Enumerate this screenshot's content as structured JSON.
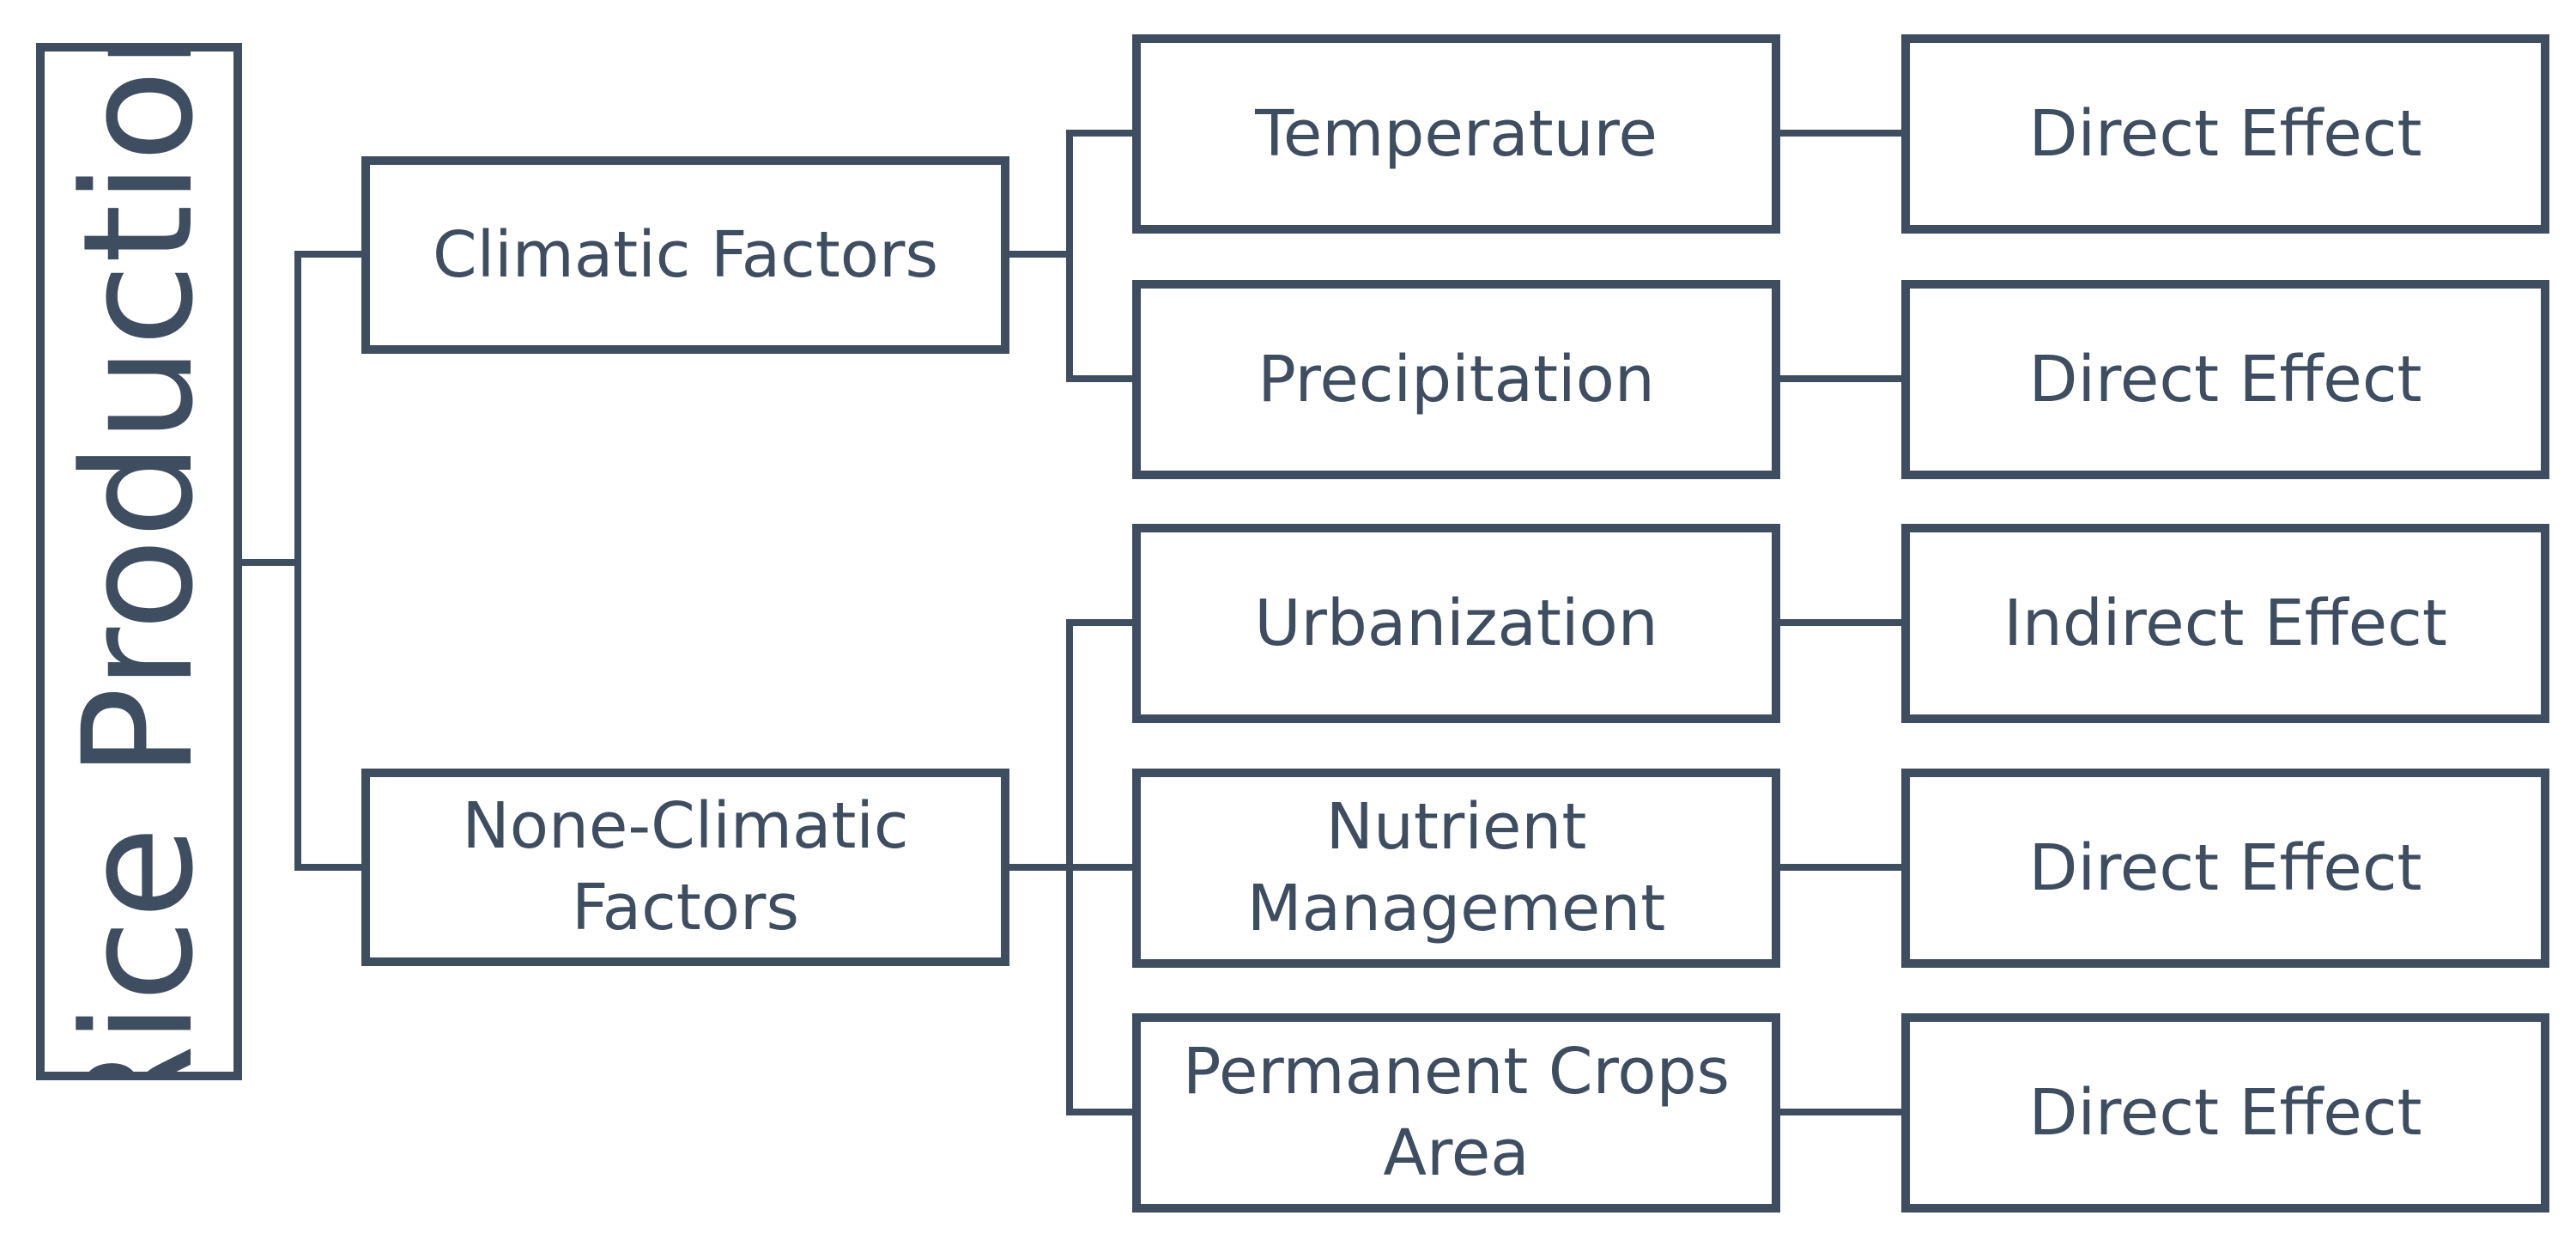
{
  "root": {
    "label": "Rice Production"
  },
  "categories": [
    {
      "label": "Climatic Factors",
      "factors": [
        {
          "label": "Temperature",
          "effect": "Direct Effect"
        },
        {
          "label": "Precipitation",
          "effect": "Direct Effect"
        }
      ]
    },
    {
      "label": "None-Climatic Factors",
      "factors": [
        {
          "label": "Urbanization",
          "effect": "Indirect Effect"
        },
        {
          "label": "Nutrient Management",
          "effect": "Direct Effect"
        },
        {
          "label": "Permanent Crops Area",
          "effect": "Direct Effect"
        }
      ]
    }
  ],
  "colors": {
    "stroke": "#3f4d61",
    "text": "#3f4d61",
    "background": "#ffffff"
  }
}
